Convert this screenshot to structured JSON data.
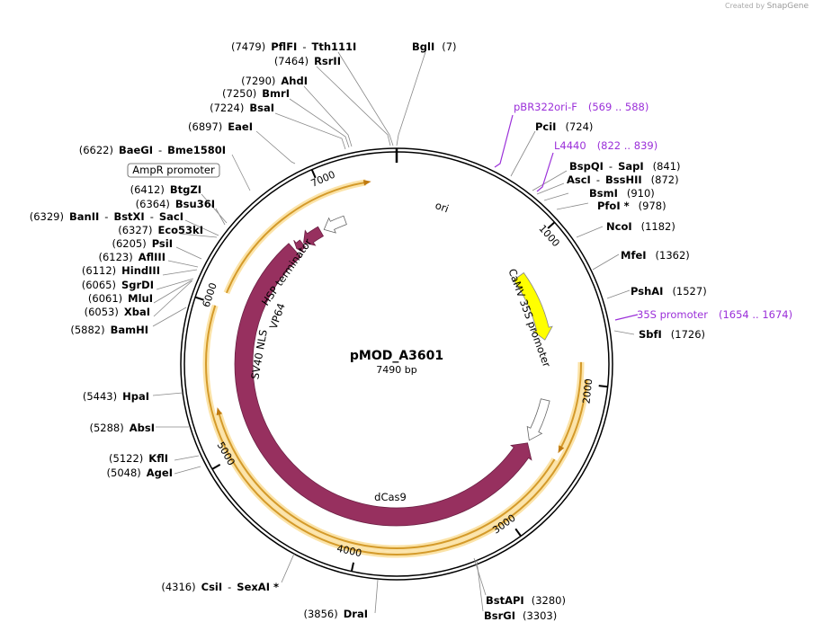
{
  "credit": {
    "prefix": "Created by",
    "brand": "SnapGene"
  },
  "plasmid": {
    "name": "pMOD_A3601",
    "size_label": "7490 bp",
    "length": 7490
  },
  "ticks": [
    "1000",
    "2000",
    "3000",
    "4000",
    "5000",
    "6000",
    "7000"
  ],
  "features": [
    {
      "name": "ori",
      "start": 1130,
      "end": 1680,
      "color": "#ffff00"
    },
    {
      "name": "CaMV 35S promoter",
      "start": 2155,
      "end": 2495,
      "color": "#ffffff"
    },
    {
      "name": "dCas9",
      "start": 2520,
      "end": 6620,
      "color": "#97305f"
    },
    {
      "name": "SV40 NLS",
      "start": 6640,
      "end": 6700,
      "color": "#97305f"
    },
    {
      "name": "VP64",
      "start": 6710,
      "end": 6870,
      "color": "#97305f"
    },
    {
      "name": "HSP terminator",
      "start": 6900,
      "end": 7080,
      "color": "#ffffff"
    }
  ],
  "orfs": [
    {
      "start": 1860,
      "end": 2440
    },
    {
      "start": 2520,
      "end": 5300
    },
    {
      "start": 6090,
      "end": 7290
    }
  ],
  "enzymes": [
    {
      "pos": "(7479)",
      "name": "PflFI",
      "alt": "Tth111I"
    },
    {
      "pos": "(7)",
      "name": "BglI",
      "alt": ""
    },
    {
      "pos": "(7464)",
      "name": "RsrII",
      "alt": ""
    },
    {
      "pos": "(7290)",
      "name": "AhdI",
      "alt": ""
    },
    {
      "pos": "(7250)",
      "name": "BmrI",
      "alt": ""
    },
    {
      "pos": "(7224)",
      "name": "BsaI",
      "alt": ""
    },
    {
      "pos": "(6897)",
      "name": "EaeI",
      "alt": ""
    },
    {
      "pos": "(6622)",
      "name": "BaeGI",
      "alt": "Bme1580I"
    },
    {
      "pos": "(6412)",
      "name": "BtgZI",
      "alt": ""
    },
    {
      "pos": "(6364)",
      "name": "Bsu36I",
      "alt": ""
    },
    {
      "pos": "(6329)",
      "name": "BanII",
      "alt": "BstXI",
      "alt2": "SacI"
    },
    {
      "pos": "(6327)",
      "name": "Eco53kI",
      "alt": ""
    },
    {
      "pos": "(6205)",
      "name": "PsiI",
      "alt": ""
    },
    {
      "pos": "(6123)",
      "name": "AflIII",
      "alt": ""
    },
    {
      "pos": "(6112)",
      "name": "HindIII",
      "alt": ""
    },
    {
      "pos": "(6065)",
      "name": "SgrDI",
      "alt": ""
    },
    {
      "pos": "(6061)",
      "name": "MluI",
      "alt": ""
    },
    {
      "pos": "(6053)",
      "name": "XbaI",
      "alt": ""
    },
    {
      "pos": "(5882)",
      "name": "BamHI",
      "alt": ""
    },
    {
      "pos": "(5443)",
      "name": "HpaI",
      "alt": ""
    },
    {
      "pos": "(5288)",
      "name": "AbsI",
      "alt": ""
    },
    {
      "pos": "(5122)",
      "name": "KflI",
      "alt": ""
    },
    {
      "pos": "(5048)",
      "name": "AgeI",
      "alt": ""
    },
    {
      "pos": "(4316)",
      "name": "CsiI",
      "alt": "SexAI *"
    },
    {
      "pos": "(3856)",
      "name": "DraI",
      "alt": ""
    },
    {
      "pos": "(3280)",
      "name": "BstAPI",
      "alt": ""
    },
    {
      "pos": "(3303)",
      "name": "BsrGI",
      "alt": ""
    },
    {
      "pos": "(724)",
      "name": "PciI",
      "alt": ""
    },
    {
      "pos": "(841)",
      "name": "BspQI",
      "alt": "SapI"
    },
    {
      "pos": "(872)",
      "name": "AscI",
      "alt": "BssHII"
    },
    {
      "pos": "(910)",
      "name": "BsmI",
      "alt": ""
    },
    {
      "pos": "(978)",
      "name": "PfoI *",
      "alt": ""
    },
    {
      "pos": "(1182)",
      "name": "NcoI",
      "alt": ""
    },
    {
      "pos": "(1362)",
      "name": "MfeI",
      "alt": ""
    },
    {
      "pos": "(1527)",
      "name": "PshAI",
      "alt": ""
    },
    {
      "pos": "(1726)",
      "name": "SbfI",
      "alt": ""
    }
  ],
  "primers": [
    {
      "name": "pBR322ori-F",
      "range": "(569 .. 588)"
    },
    {
      "name": "L4440",
      "range": "(822 .. 839)"
    },
    {
      "name": "35S promoter",
      "range": "(1654 .. 1674)"
    }
  ],
  "boxed": [
    {
      "name": "AmpR promoter"
    }
  ]
}
